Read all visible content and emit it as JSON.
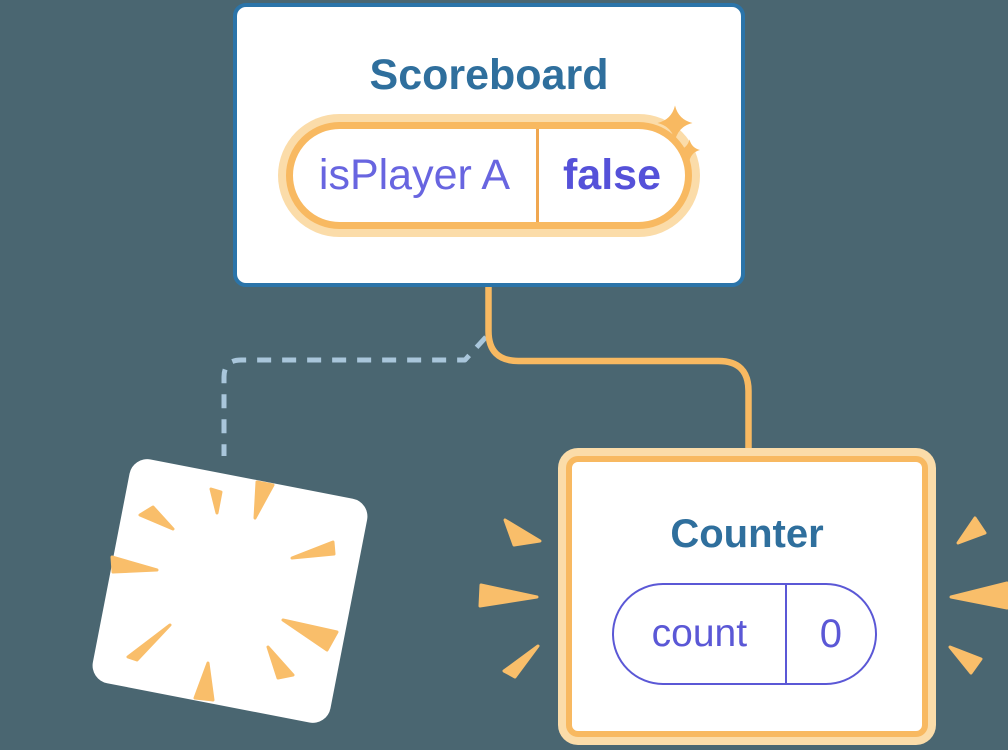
{
  "scoreboard": {
    "title": "Scoreboard",
    "state": {
      "label": "isPlayer A",
      "value": "false"
    }
  },
  "counter": {
    "title": "Counter",
    "state": {
      "label": "count",
      "value": "0"
    }
  },
  "colors": {
    "background": "#4A6671",
    "card_white": "#FFFFFF",
    "card_border_blue": "#2B74A9",
    "title_blue": "#2F6F9D",
    "orange": "#F8B961",
    "orange_light": "#FBDCA9",
    "orange_divider": "#F0A750",
    "wedge_orange": "#F9BE6A",
    "purple_label": "#6865E0",
    "purple_value": "#5551D9",
    "purple_counter": "#5B58D6",
    "dashed_blue": "#A9C6DB"
  }
}
